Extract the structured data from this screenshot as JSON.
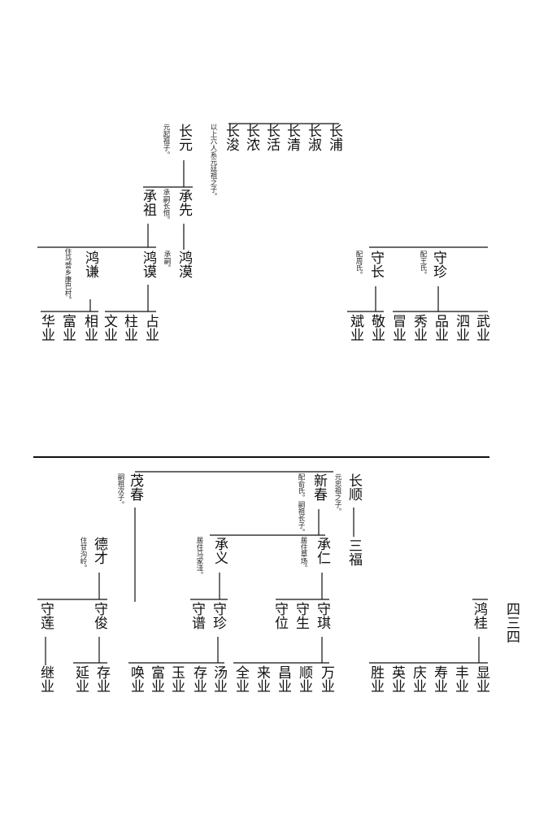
{
  "page_number": "四三四",
  "top": {
    "gen_chang": [
      "长浦",
      "长淑",
      "长清",
      "长活",
      "长浓",
      "长浚"
    ],
    "note_chang": "以上六人系元廷祖之子。",
    "chang_yuan": "长元",
    "note_chang_yuan": "元起祖子。",
    "cheng_xian": "承先",
    "note_cheng_xian": "承嗣长恒。",
    "cheng_zu": "承祖",
    "hong_mo_a": "鸿漠",
    "note_hong_mo_a": "承嗣。",
    "hong_mo_b": "鸿谟",
    "hong_qian": "鸿谦",
    "note_hong_qian": "住马营乡康巴村。",
    "ye_left": [
      "占业",
      "柱业",
      "文业",
      "相业",
      "富业",
      "华业"
    ],
    "shou_zhen": "守珍",
    "note_shou_zhen": "配王氏。",
    "shou_chang": "守长",
    "note_shou_chang": "配周氏。",
    "ye_right": [
      "武业",
      "泗业",
      "品业",
      "秀业",
      "冒业",
      "敬业",
      "斌业"
    ]
  },
  "bottom": {
    "chang_shun": "长顺",
    "note_chang_shun": "元忠祖之子。",
    "san_fu": "三福",
    "xin_chun": "新春",
    "note_xin_chun": "配俞氏。嗣祖长子。",
    "mao_chun": "茂春",
    "note_mao_chun": "嗣祖次子。",
    "cheng_ren": "承仁",
    "note_cheng_ren": "居住草场。",
    "cheng_yi": "承义",
    "note_cheng_yi": "居住马家洼。",
    "de_cai": "德才",
    "note_de_cai": "住甘沟岭。",
    "shou_qi": "守琪",
    "shou_sheng": "守生",
    "shou_wei": "守位",
    "shou_zhen": "守珍",
    "shou_pu": "守谱",
    "shou_jun": "守俊",
    "shou_lian": "守莲",
    "hong_gui": "鸿桂",
    "ye_a": [
      "万业",
      "顺业",
      "昌业",
      "来业",
      "全业"
    ],
    "ye_b": [
      "汤业",
      "存业",
      "玉业",
      "富业",
      "唤业"
    ],
    "ye_c": [
      "存业",
      "延业"
    ],
    "ye_d": [
      "继业"
    ],
    "ye_e": [
      "显业",
      "丰业",
      "寿业",
      "庆业",
      "英业",
      "胜业"
    ]
  }
}
